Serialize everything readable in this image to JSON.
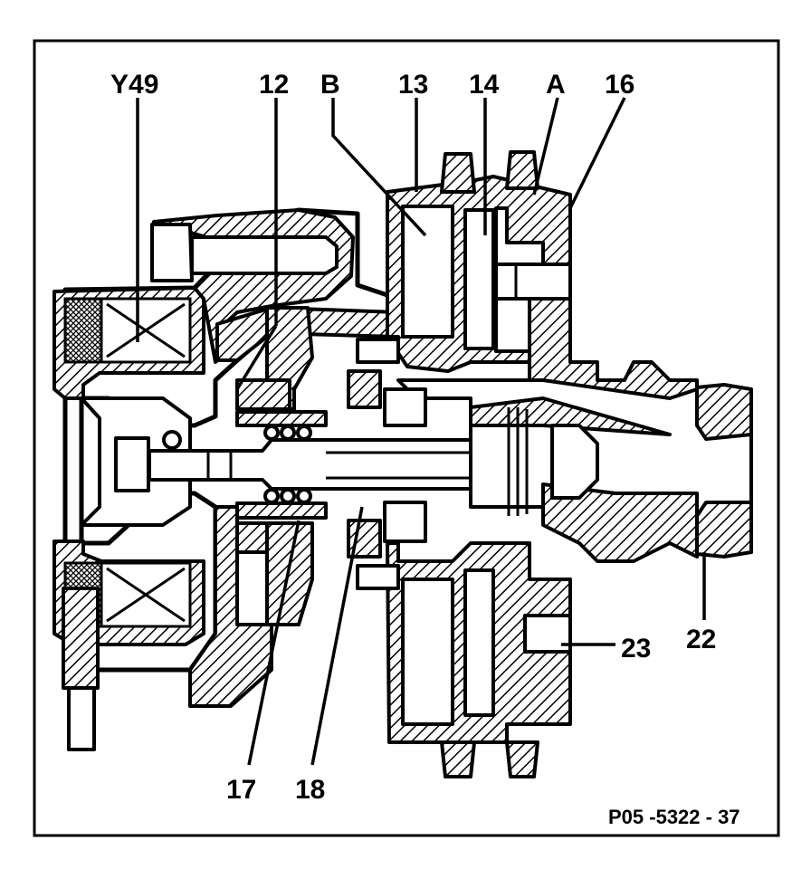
{
  "labels": {
    "y49": "Y49",
    "n12": "12",
    "b": "B",
    "n13": "13",
    "n14": "14",
    "a": "A",
    "n16": "16",
    "n17": "17",
    "n18": "18",
    "n22": "22",
    "n23": "23"
  },
  "reference": "P05 -5322 - 37"
}
